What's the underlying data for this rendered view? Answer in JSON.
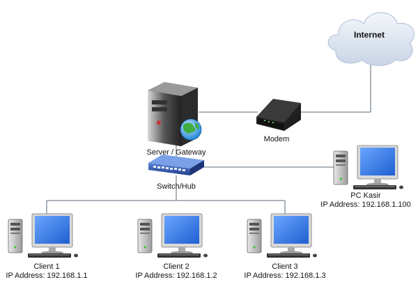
{
  "internet": {
    "label": "Internet"
  },
  "modem": {
    "label": "Modem"
  },
  "server": {
    "label": "Server / Gateway"
  },
  "switch": {
    "label": "Switch/Hub"
  },
  "pc_kasir": {
    "name": "PC Kasir",
    "ip": "IP Address: 192.168.1.100"
  },
  "clients": [
    {
      "name": "Client 1",
      "ip": "IP Address: 192.168.1.1"
    },
    {
      "name": "Client 2",
      "ip": "IP Address: 192.168.1.2"
    },
    {
      "name": "Client 3",
      "ip": "IP Address: 192.168.1.3"
    }
  ],
  "colors": {
    "line": "#5a6a7a",
    "cloud": "#d7e1ee",
    "switch": "#2f52a6",
    "monitor_screen": "#3b79e0",
    "tower": "#c8c8c8",
    "server": "#2b2b2b"
  },
  "icons": [
    "cloud-icon",
    "modem-icon",
    "server-icon",
    "globe-icon",
    "switch-icon",
    "computer-icon"
  ]
}
